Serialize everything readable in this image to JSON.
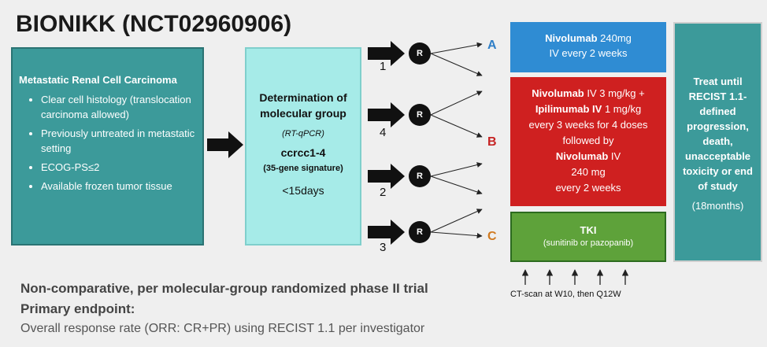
{
  "title": "BIONIKK (NCT02960906)",
  "left_box": {
    "heading": "Metastatic Renal Cell Carcinoma",
    "bullets": [
      "Clear cell histology (translocation carcinoma allowed)",
      "Previously untreated in metastatic setting",
      "ECOG-PS≤2",
      "Available frozen tumor tissue"
    ]
  },
  "middle_box": {
    "line1": "Determination of molecular group",
    "line2": "(RT-qPCR)",
    "line3": "ccrcc1-4",
    "line4": "(35-gene signature)",
    "line5": "<15days"
  },
  "randomization": {
    "label": "R",
    "groups": [
      "1",
      "4",
      "2",
      "3"
    ]
  },
  "arms": {
    "a_letter": "A",
    "b_letter": "B",
    "c_letter": "C",
    "a_drug": "Nivolumab",
    "a_dose": " 240mg",
    "a_schedule": "IV every 2 weeks",
    "b_drug1": "Nivolumab",
    "b_dose1": " IV 3 mg/kg +",
    "b_drug2": "Ipilimumab IV",
    "b_dose2": " 1 mg/kg",
    "b_schedule1": "every 3 weeks for 4 doses",
    "b_followed": "followed by",
    "b_drug3": "Nivolumab",
    "b_route3": " IV",
    "b_dose3": "240 mg",
    "b_schedule3": "every 2 weeks",
    "c_title": "TKI",
    "c_detail": "(sunitinib or pazopanib)"
  },
  "right_box": {
    "lines": [
      "Treat until",
      "RECIST 1.1-",
      "defined",
      "progression,",
      "death,",
      "unacceptable",
      "toxicity or end",
      "of study",
      "(18months)"
    ]
  },
  "ct_scan": "CT-scan at W10, then Q12W",
  "footer": {
    "line1": "Non-comparative, per molecular-group randomized phase II trial",
    "line2": "Primary endpoint:",
    "line3": "Overall response rate (ORR: CR+PR) using RECIST 1.1 per investigator"
  },
  "colors": {
    "teal": "#3c9a9a",
    "light_teal": "#a6ebe8",
    "blue": "#2f8cd3",
    "red": "#cf2020",
    "green": "#5ea23a",
    "letter_a": "#2f7fc7",
    "letter_b": "#c62424",
    "letter_c": "#d07a20"
  }
}
